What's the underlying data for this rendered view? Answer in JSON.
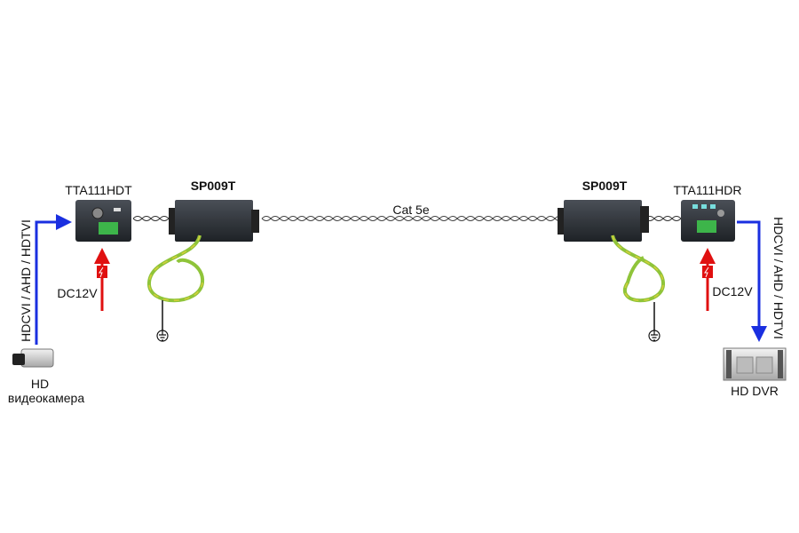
{
  "title_left_transmitter": "TTA111HDT",
  "title_right_receiver": "TTA111HDR",
  "surge_left": "SP009T",
  "surge_right": "SP009T",
  "cable": "Cat 5e",
  "signal_left": "HDCVI / AHD / HDTVI",
  "signal_right": "HDCVI / AHD / HDTVI",
  "power_left": "DC12V",
  "power_right": "DC12V",
  "camera_line1": "HD",
  "camera_line2": "видеокамера",
  "dvr": "HD DVR",
  "colors": {
    "signal": "#1a2fe0",
    "power": "#e01010",
    "ground_cable": "#8fc43a"
  }
}
